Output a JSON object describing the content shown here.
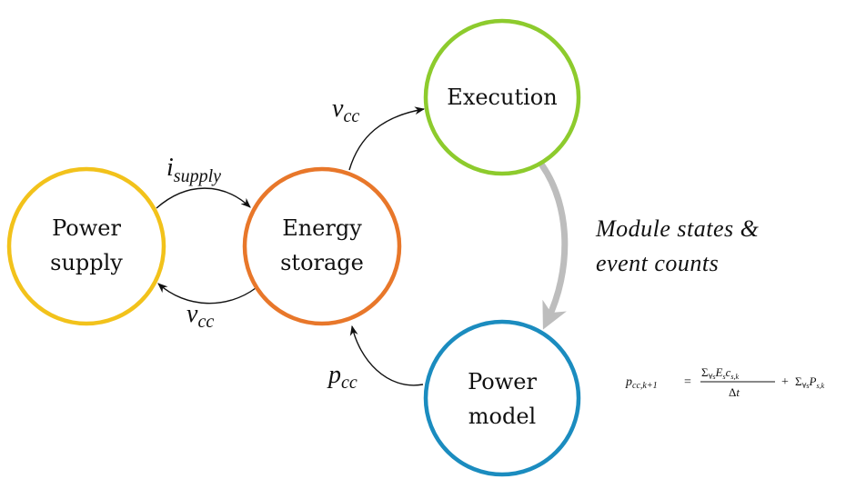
{
  "nodes": {
    "power_supply": {
      "line1": "Power",
      "line2": "supply",
      "color": "#F2C21B"
    },
    "energy_storage": {
      "line1": "Energy",
      "line2": "storage",
      "color": "#E8772A"
    },
    "execution": {
      "line1": "Execution",
      "color": "#8DCB2D"
    },
    "power_model": {
      "line1": "Power",
      "line2": "model",
      "color": "#1B8CBF"
    }
  },
  "edges": {
    "i_supply": {
      "base": "i",
      "sub": "supply"
    },
    "v_cc_bottom": {
      "base": "v",
      "sub": "cc"
    },
    "v_cc_top": {
      "base": "v",
      "sub": "cc"
    },
    "p_cc": {
      "base": "p",
      "sub": "cc"
    },
    "gray_arrow_color": "#BDBDBD"
  },
  "note": {
    "line1": "Module states &",
    "line2": "event counts"
  },
  "formula": {
    "lhs_base": "p",
    "lhs_sub": "cc,k+1",
    "equals": "=",
    "num_sigma": "Σ",
    "num_sigma_sub": "∀s",
    "num_E": "E",
    "num_E_sub": "s",
    "num_c": "c",
    "num_c_sub": "s,k",
    "den_delta": "Δ",
    "den_t": "t",
    "plus": "+",
    "sum2_sigma": "Σ",
    "sum2_sub": "∀s",
    "sum2_P": "P",
    "sum2_P_sub": "s,k"
  }
}
